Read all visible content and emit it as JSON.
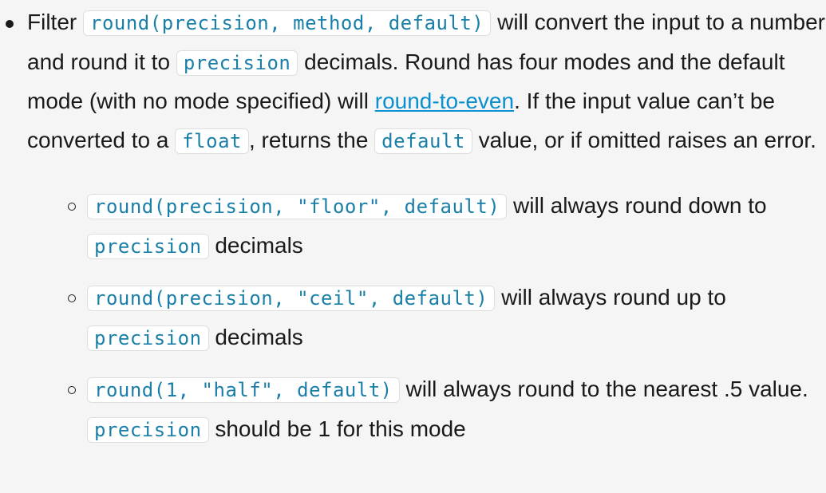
{
  "main_item": {
    "t1": "Filter ",
    "code1": "round(precision, method, default)",
    "t2": " will convert the input to a number and round it to ",
    "code2": "precision",
    "t3": " decimals. Round has four modes and the default mode (with no mode specified) will ",
    "link": "round-to-even",
    "t4": ". If the input value can’t be converted to a ",
    "code3": "float",
    "t5": ", returns the ",
    "code4": "default",
    "t6": " value, or if omitted raises an error."
  },
  "sub_items": [
    {
      "code1": "round(precision, \"floor\", default)",
      "t1": " will always round down to ",
      "code2": "precision",
      "t2": " decimals"
    },
    {
      "code1": "round(precision, \"ceil\", default)",
      "t1": " will always round up to ",
      "code2": "precision",
      "t2": " decimals"
    },
    {
      "code1": "round(1, \"half\", default)",
      "t1": " will always round to the nearest .5 value. ",
      "code2": "precision",
      "t2": " should be 1 for this mode"
    }
  ]
}
